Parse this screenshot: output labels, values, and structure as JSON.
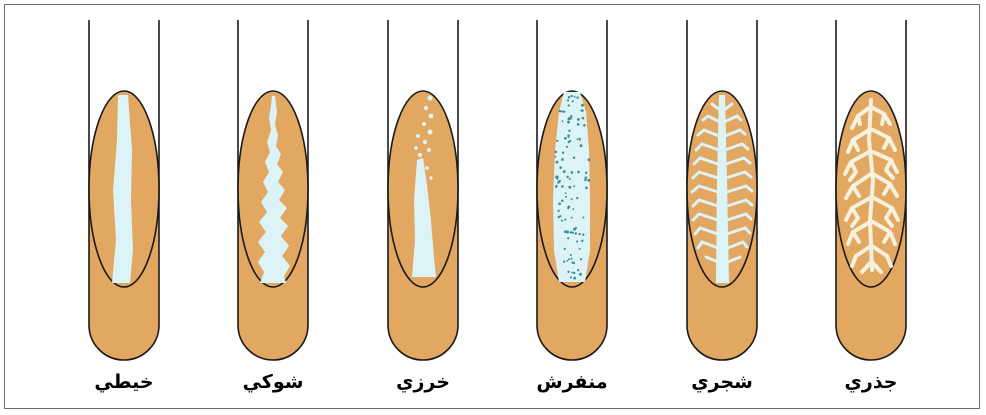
{
  "diagram": {
    "tubes": [
      {
        "label": "خيطي",
        "pattern": "filiform"
      },
      {
        "label": "شوكي",
        "pattern": "echinulate"
      },
      {
        "label": "خرزي",
        "pattern": "beaded"
      },
      {
        "label": "منفرش",
        "pattern": "effuse"
      },
      {
        "label": "شجري",
        "pattern": "arborescent"
      },
      {
        "label": "جذري",
        "pattern": "rhizoid"
      }
    ]
  },
  "colors": {
    "medium": "#e2a760",
    "growth": "#dcf4f8",
    "outline": "#1a1a1a",
    "frame": "#6e6e6e",
    "background": "#ffffff"
  }
}
